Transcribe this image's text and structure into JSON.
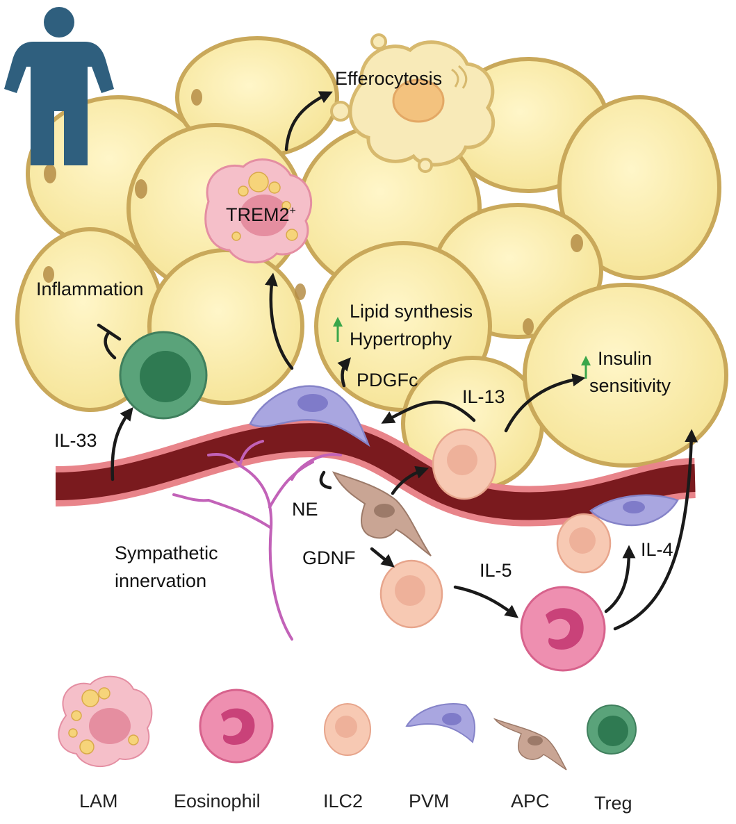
{
  "labels": {
    "efferocytosis": "Efferocytosis",
    "trem2": "TREM2",
    "trem2_sup": "+",
    "inflammation": "Inflammation",
    "lipid_synthesis": "Lipid synthesis",
    "hypertrophy": "Hypertrophy",
    "pdgfc": "PDGFc",
    "il13": "IL-13",
    "insulin": "Insulin",
    "sensitivity": "sensitivity",
    "il33": "IL-33",
    "ne": "NE",
    "gdnf": "GDNF",
    "il5": "IL-5",
    "il4": "IL-4",
    "sympathetic": "Sympathetic",
    "innervation": "innervation"
  },
  "legend": [
    {
      "id": "lam",
      "label": "LAM"
    },
    {
      "id": "eosinophil",
      "label": "Eosinophil"
    },
    {
      "id": "ilc2",
      "label": "ILC2"
    },
    {
      "id": "pvm",
      "label": "PVM"
    },
    {
      "id": "apc",
      "label": "APC"
    },
    {
      "id": "treg",
      "label": "Treg"
    }
  ],
  "colors": {
    "adipocyte_fill": "#fbefb2",
    "adipocyte_edge": "#c9a85a",
    "vessel": "#7a1a1e",
    "vessel_edge": "#e8848a",
    "treg": "#4e9a72",
    "ilc2": "#f7c9b3",
    "eosinophil": "#e9719b",
    "pvm": "#9b98d6",
    "apc": "#c9a594",
    "lam": "#f2b8c2",
    "nerve": "#c262b8",
    "person": "#2f5f7e",
    "up_arrow": "#3aa64a",
    "arrow": "#1a1a1a"
  },
  "icons": [
    "person-icon",
    "up-arrow-icon"
  ]
}
